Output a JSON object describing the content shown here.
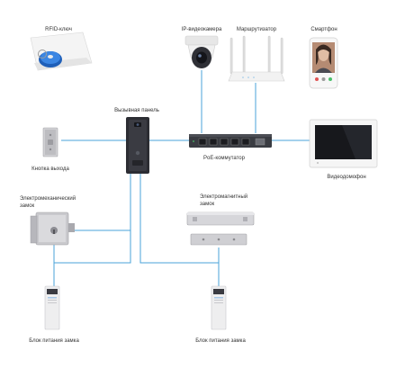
{
  "colors": {
    "wire": "#4aa3d8",
    "device_dark": "#2c2d33",
    "metal": "#c8c8cc",
    "white_device": "#f3f3f3",
    "rfid_tag": "#2a6fd1"
  },
  "labels": {
    "rfid": "RFID-ключ",
    "ip_camera": "IP-видеокамера",
    "router": "Маршрутизатор",
    "smartphone": "Смартфон",
    "call_panel": "Вызывная панель",
    "exit_button": "Кнопка выхода",
    "poe_switch": "PoE-коммутатор",
    "video_intercom": "Видеодомофон",
    "electromech_lock_line1": "Электромеханический",
    "electromech_lock_line2": "замок",
    "electromag_lock_line1": "Электромагнитный",
    "electromag_lock_line2": "замок",
    "psu_left": "Блок питания замка",
    "psu_right": "Блок питания замка"
  },
  "icons": {
    "rfid": "rfid-card-icon",
    "ip_camera": "dome-camera-icon",
    "router": "router-icon",
    "smartphone": "smartphone-icon",
    "call_panel": "call-panel-icon",
    "exit_button": "exit-button-icon",
    "poe_switch": "switch-icon",
    "video_intercom": "monitor-icon",
    "electromech_lock": "lock-icon",
    "electromag_lock": "magnetic-lock-icon",
    "psu": "power-supply-icon"
  }
}
